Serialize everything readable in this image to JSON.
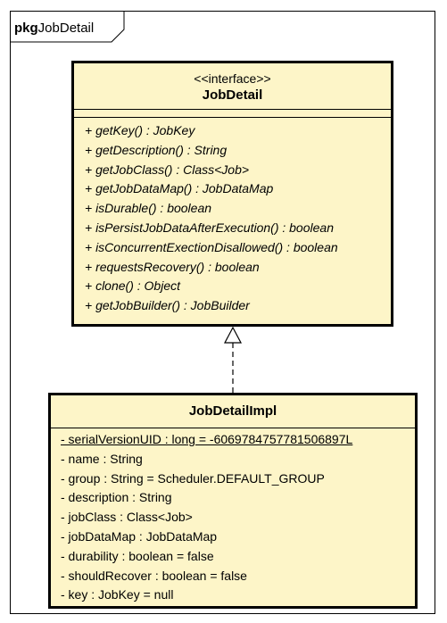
{
  "package": {
    "keyword": "pkg",
    "name": "JobDetail"
  },
  "interface": {
    "stereotype": "<<interface>>",
    "name": "JobDetail",
    "operations": [
      "+ getKey() : JobKey",
      "+ getDescription() : String",
      "+ getJobClass() : Class<Job>",
      "+ getJobDataMap() : JobDataMap",
      "+ isDurable() : boolean",
      "+ isPersistJobDataAfterExecution() : boolean",
      "+ isConcurrentExectionDisallowed() : boolean",
      "+ requestsRecovery() : boolean",
      "+ clone() : Object",
      "+ getJobBuilder() : JobBuilder"
    ]
  },
  "implementation": {
    "name": "JobDetailImpl",
    "attributes": [
      "- serialVersionUID : long = -6069784757781506897L",
      "- name : String",
      "- group : String = Scheduler.DEFAULT_GROUP",
      "- description : String",
      "- jobClass : Class<Job>",
      "- jobDataMap : JobDataMap",
      "- durability : boolean = false",
      "- shouldRecover : boolean = false",
      "- key : JobKey = null"
    ]
  },
  "colors": {
    "class_fill": "#fdf5c8",
    "line": "#000000"
  }
}
